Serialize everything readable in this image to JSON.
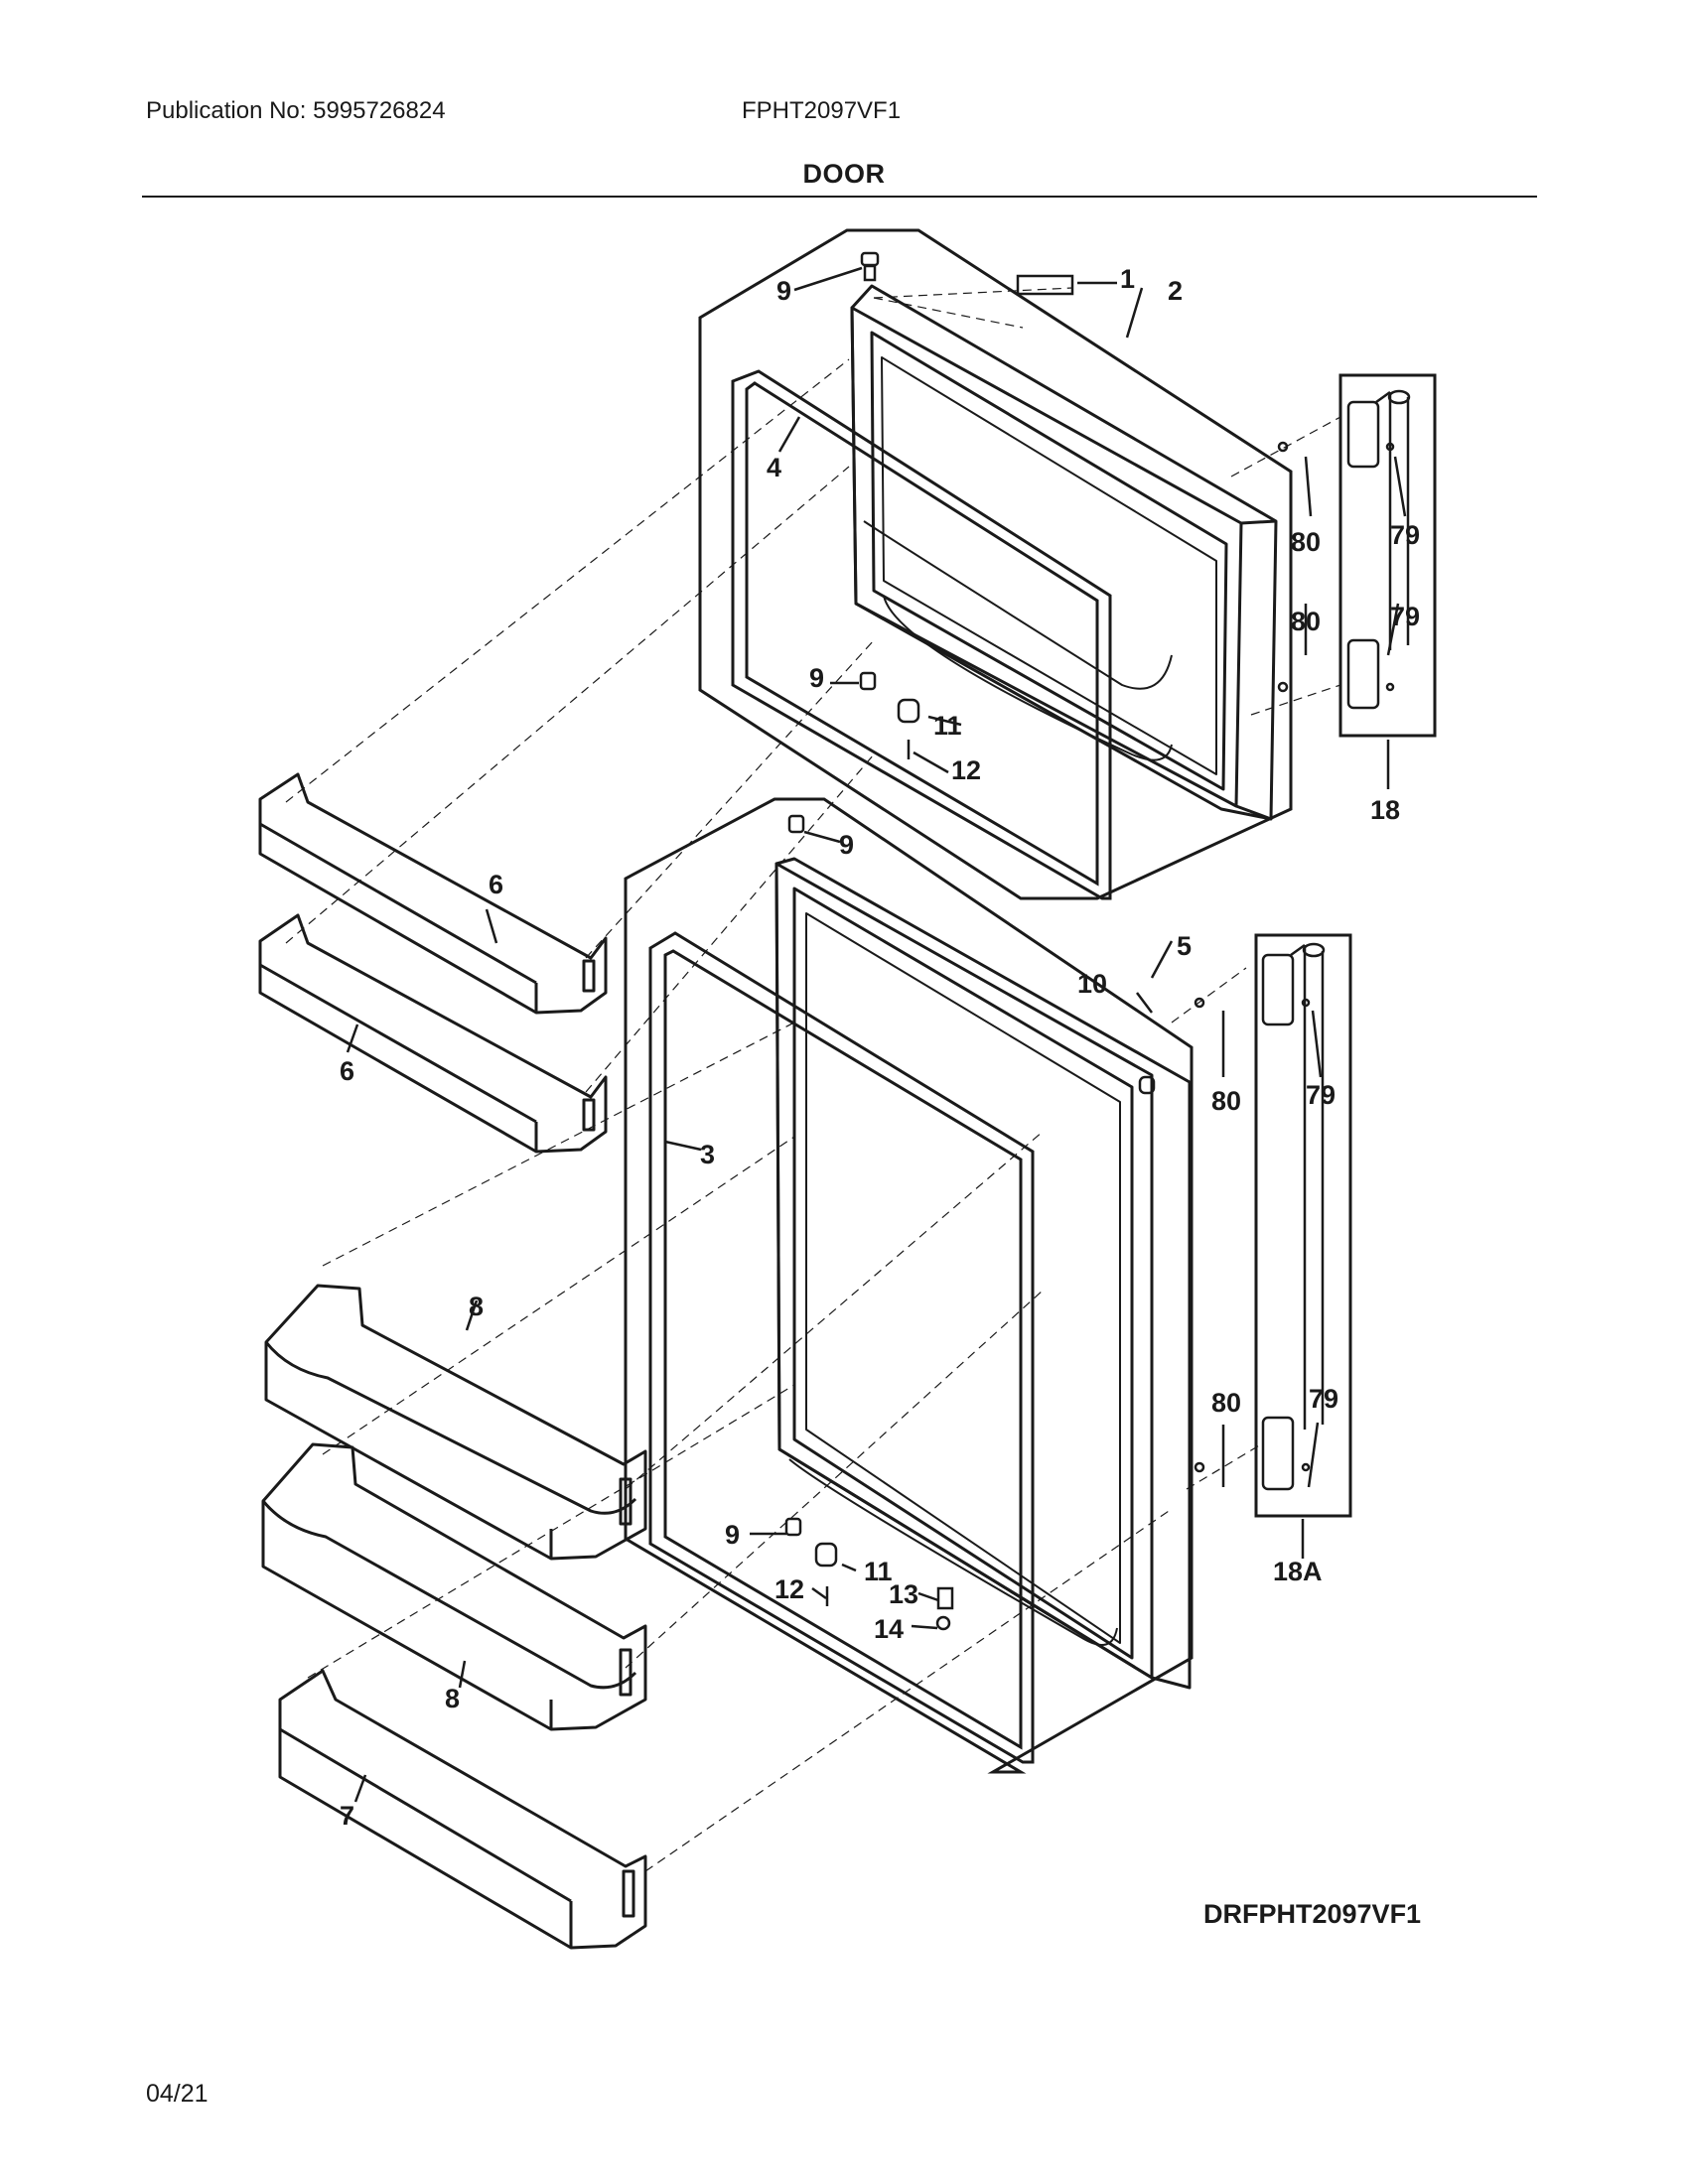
{
  "header": {
    "publication": "Publication No: 5995726824",
    "model": "FPHT2097VF1"
  },
  "section_title": "DOOR",
  "diagram_id": "DRFPHT2097VF1",
  "footer_date": "04/21",
  "callouts": {
    "c1": "1",
    "c2": "2",
    "c3": "3",
    "c4": "4",
    "c5": "5",
    "c6a": "6",
    "c6b": "6",
    "c7": "7",
    "c8a": "8",
    "c8b": "8",
    "c9a": "9",
    "c9b": "9",
    "c9c": "9",
    "c9d": "9",
    "c10": "10",
    "c11a": "11",
    "c11b": "11",
    "c12a": "12",
    "c12b": "12",
    "c13": "13",
    "c14": "14",
    "c18": "18",
    "c18a": "18A",
    "c79a": "79",
    "c79b": "79",
    "c79c": "79",
    "c79d": "79",
    "c80a": "80",
    "c80b": "80",
    "c80c": "80",
    "c80d": "80"
  }
}
